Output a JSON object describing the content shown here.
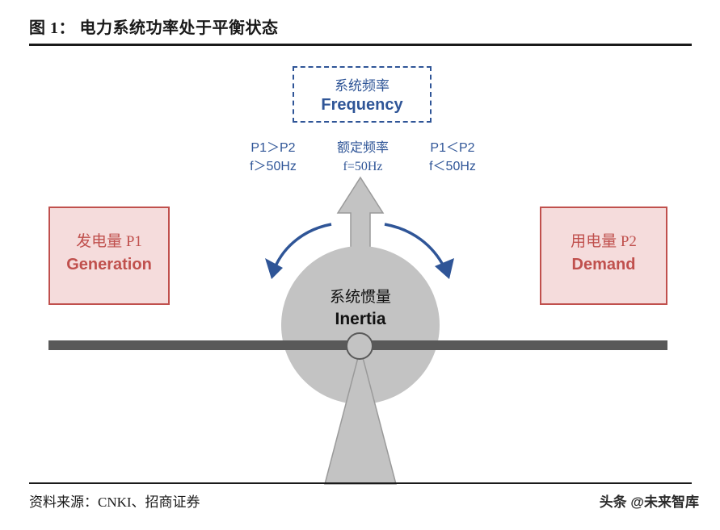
{
  "header": {
    "figure_label": "图 1：",
    "title": "电力系统功率处于平衡状态",
    "full_title": "图 1： 电力系统功率处于平衡状态"
  },
  "footer": {
    "source": "资料来源：CNKI、招商证券",
    "watermark": "头条 @未来智库"
  },
  "diagram": {
    "frequency_box": {
      "label_cn": "系统频率",
      "label_en": "Frequency",
      "border_color": "#2f5597",
      "text_color": "#2f5597",
      "border_style": "dashed"
    },
    "conditions": [
      {
        "name": "left",
        "line1": "P1＞P2",
        "line2": "f＞50Hz"
      },
      {
        "name": "middle",
        "line1": "额定频率",
        "line2": "f=50Hz"
      },
      {
        "name": "right",
        "line1": "P1＜P2",
        "line2": "f＜50Hz"
      }
    ],
    "left_box": {
      "label_cn": "发电量 P1",
      "label_en": "Generation",
      "fill": "#f5dcdc",
      "border": "#c0504d",
      "text_color": "#c0504d"
    },
    "right_box": {
      "label_cn": "用电量 P2",
      "label_en": "Demand",
      "fill": "#f5dcdc",
      "border": "#c0504d",
      "text_color": "#c0504d"
    },
    "inertia": {
      "label_cn": "系统惯量",
      "label_en": "Inertia",
      "fill": "#c3c3c3",
      "text_color": "#111111"
    },
    "beam": {
      "color": "#595959"
    },
    "fulcrum": {
      "color": "#c3c3c3"
    },
    "up_arrow": {
      "color": "#c3c3c3",
      "stroke": "#8c8c8c"
    },
    "curved_arrows": {
      "color": "#2f5597",
      "count": 2
    }
  }
}
